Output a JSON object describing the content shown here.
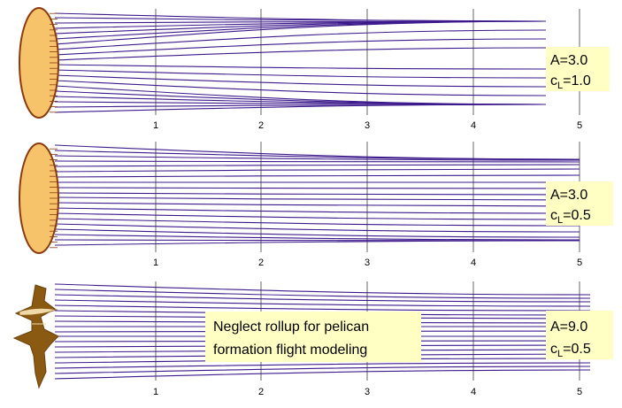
{
  "panels": [
    {
      "aspect_label": "A=3.0",
      "cl_prefix": "c",
      "cl_sub": "L",
      "cl_value": "=1.0",
      "ticks": [
        "1",
        "2",
        "3",
        "4",
        "5"
      ],
      "wing": "ellipse"
    },
    {
      "aspect_label": "A=3.0",
      "cl_prefix": "c",
      "cl_sub": "L",
      "cl_value": "=0.5",
      "ticks": [
        "1",
        "2",
        "3",
        "4",
        "5"
      ],
      "wing": "ellipse"
    },
    {
      "aspect_label": "A=9.0",
      "cl_prefix": "c",
      "cl_sub": "L",
      "cl_value": "=0.5",
      "ticks": [
        "1",
        "2",
        "3",
        "4",
        "5"
      ],
      "wing": "pelican",
      "note_line1": "Neglect rollup for pelican",
      "note_line2": "formation flight modeling"
    }
  ],
  "colors": {
    "wake_line": "#3d1a8c",
    "wing_fill": "#f7c36a",
    "wing_stroke": "#8b3a10",
    "pelican_fill": "#8a5a12",
    "pelican_highlight": "#f0d9a8",
    "label_box": "#ffffc4",
    "grid": "#000000"
  }
}
